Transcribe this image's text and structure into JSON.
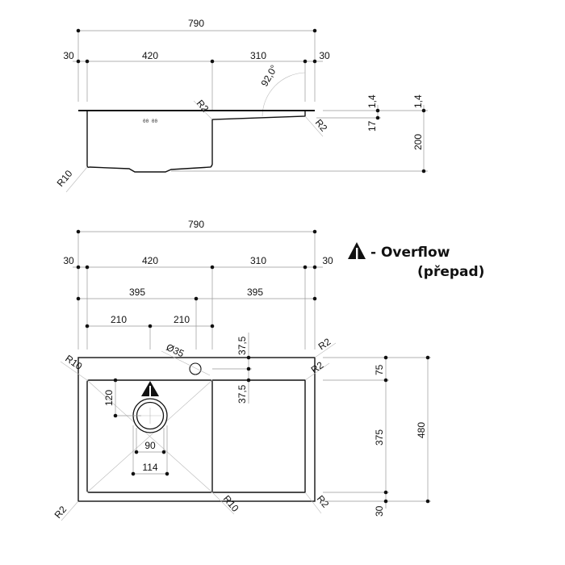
{
  "side_view": {
    "overall_width": "790",
    "left_rim": "30",
    "bowl_width": "420",
    "drainboard_width": "310",
    "right_rim": "30",
    "angle": "92,0°",
    "radius_bowl_top": "R2",
    "radius_drain_end": "R2",
    "radius_bottom": "R10",
    "thickness_a": "1,4",
    "thickness_b": "1,4",
    "drain_depth": "17",
    "bowl_depth": "200"
  },
  "plan_view": {
    "overall_width": "790",
    "left_rim": "30",
    "bowl_width": "420",
    "drainboard_width": "310",
    "right_rim": "30",
    "half_left": "395",
    "half_right": "395",
    "waste_offset_left": "210",
    "waste_offset_right": "210",
    "tap_hole": "Ø35",
    "tap_offset_top": "37,5",
    "tap_offset_bottom": "37,5",
    "radius_top_left": "R10",
    "radius_top_right_outer": "R2",
    "radius_top_right_inner": "R2",
    "radius_bottom_left": "R2",
    "radius_bowl_bottom": "R10",
    "radius_bottom_right": "R2",
    "waste_from_top": "120",
    "waste_inner": "90",
    "waste_outer": "114",
    "back_rim": "75",
    "bowl_length": "375",
    "front_rim": "30",
    "overall_depth": "480"
  },
  "legend": {
    "overflow_label": "- Overflow",
    "overflow_local": "(přepad)"
  }
}
